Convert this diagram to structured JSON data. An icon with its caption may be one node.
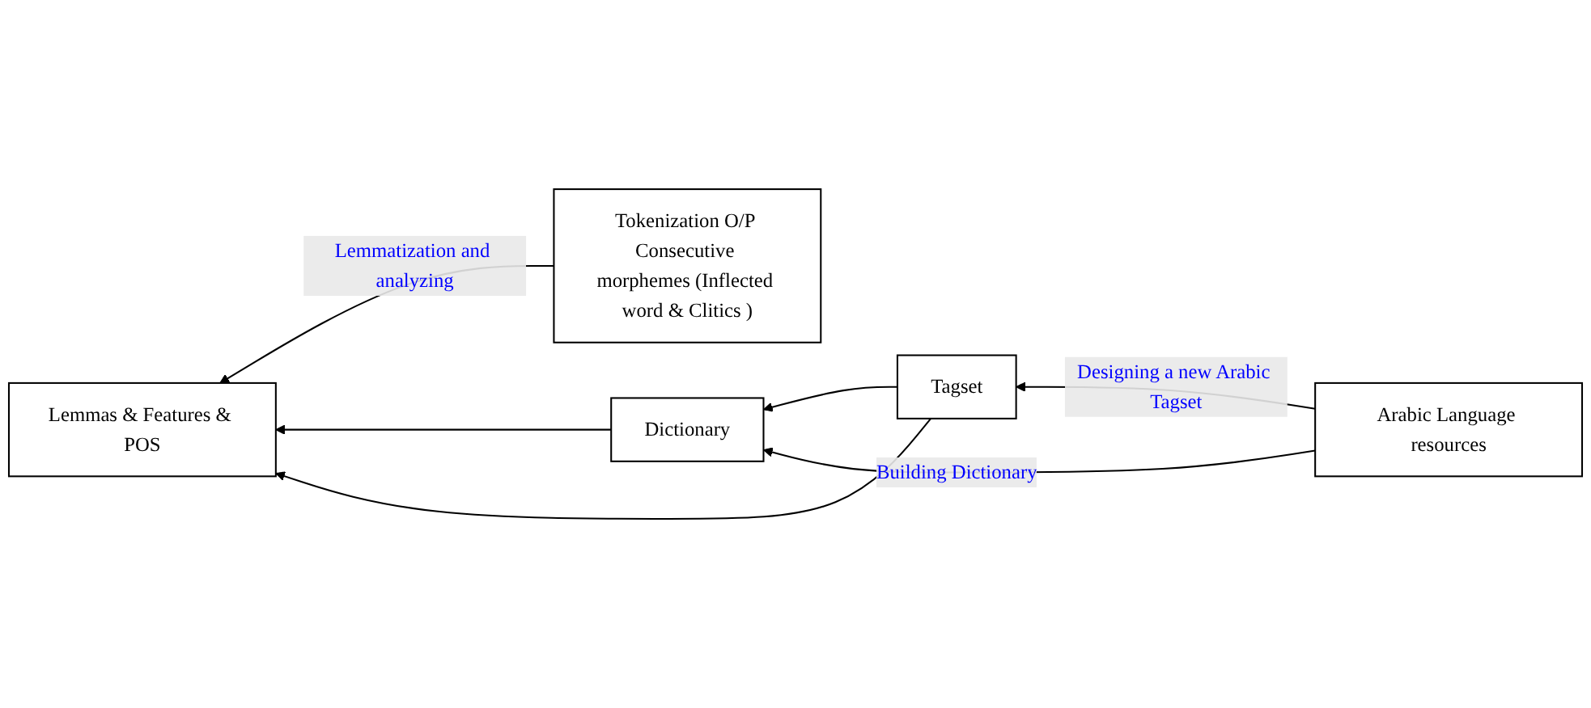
{
  "diagram": {
    "nodes": [
      {
        "text": [
          "Lemmas & Features & POS"
        ]
      },
      {
        "text": [
          "Tokenization O/P Consecutive morphemes (Inflected word & Clitics )"
        ]
      },
      {
        "text": [
          "Dictionary"
        ]
      },
      {
        "text": [
          "Tagset"
        ]
      },
      {
        "text": [
          "Arabic Language resources"
        ]
      }
    ],
    "edges": [
      {
        "from": 1,
        "to": 0,
        "arrow": "to",
        "label": "Lemmatization and analyzing"
      },
      {
        "from": 2,
        "to": 0,
        "arrow": "to"
      },
      {
        "from": 3,
        "to": 0,
        "arrow": "to"
      },
      {
        "from": 3,
        "to": 2,
        "arrow": "to"
      },
      {
        "from": 4,
        "to": 2,
        "arrow": "to",
        "label": "Building Dictionary"
      },
      {
        "from": 4,
        "to": 3,
        "arrow": "to",
        "label": "Designing a new Arabic Tagset"
      }
    ]
  }
}
